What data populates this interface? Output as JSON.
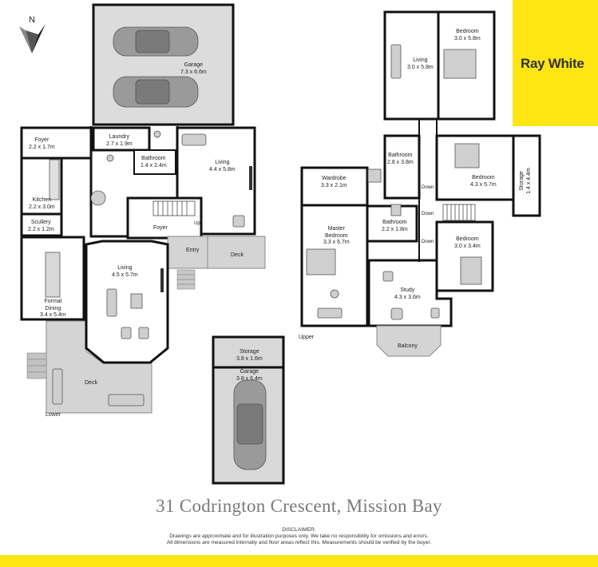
{
  "brand": {
    "name": "Ray White",
    "color": "#FFE512",
    "text_color": "#333333"
  },
  "compass": {
    "letter": "N"
  },
  "address": "31 Codrington Crescent, Mission Bay",
  "disclaimer": {
    "heading": "DISCLAIMER:",
    "line1": "Drawings are approximate and for illustration purposes only. We take no responsibility for omissions and errors.",
    "line2": "All dimensions are measured internally and floor areas reflect this. Measurements should be verified by the buyer."
  },
  "levels": {
    "lower": "Lower",
    "upper": "Upper"
  },
  "rooms": {
    "garage_main": {
      "name": "Garage",
      "dims": "7.3 x 6.6m"
    },
    "foyer_top": {
      "name": "Foyer",
      "dims": "2.2 x 1.7m"
    },
    "laundry": {
      "name": "Laundry",
      "dims": "2.7 x 1.9m"
    },
    "bathroom_lower": {
      "name": "Bathroom",
      "dims": "1.4 x 2.4m"
    },
    "living_lower_right": {
      "name": "Living",
      "dims": "4.4 x 5.8m"
    },
    "kitchen": {
      "name": "Kitchen",
      "dims": "2.2 x 3.0m"
    },
    "scullery": {
      "name": "Scullery",
      "dims": "2.2 x 1.2m"
    },
    "foyer_mid": {
      "name": "Foyer",
      "dims": ""
    },
    "entry": {
      "name": "Entry",
      "dims": ""
    },
    "deck_right": {
      "name": "Deck",
      "dims": ""
    },
    "formal_dining": {
      "name": "Formal\nDining",
      "dims": "3.4 x 5.4m"
    },
    "living_bay": {
      "name": "Living",
      "dims": "4.5 x 5.7m"
    },
    "deck_lower": {
      "name": "Deck",
      "dims": ""
    },
    "storage_garage": {
      "name": "Storage",
      "dims": "3.8 x 1.6m"
    },
    "garage_small": {
      "name": "Garage",
      "dims": "3.8 x 6.4m"
    },
    "living_upper": {
      "name": "Living",
      "dims": "3.0 x 5.8m"
    },
    "bedroom_top": {
      "name": "Bedroom",
      "dims": "3.0 x 5.8m"
    },
    "bathroom_upper": {
      "name": "Bathroom",
      "dims": "2.8 x 3.8m"
    },
    "bedroom_mid": {
      "name": "Bedroom",
      "dims": "4.3 x 5.7m"
    },
    "storage_upper": {
      "name": "Storage",
      "dims": "1.4 x 4.4m"
    },
    "wardrobe": {
      "name": "Wardrobe",
      "dims": "3.3 x 2.1m"
    },
    "master_bedroom": {
      "name": "Master\nBedroom",
      "dims": "3.3 x 6.7m"
    },
    "bathroom_small": {
      "name": "Bathroom",
      "dims": "2.2 x 1.8m"
    },
    "bedroom_small": {
      "name": "Bedroom",
      "dims": "3.0 x 3.4m"
    },
    "study": {
      "name": "Study",
      "dims": "4.3 x 3.6m"
    },
    "balcony": {
      "name": "Balcony",
      "dims": ""
    }
  },
  "stair_labels": {
    "up": "Up",
    "down1": "Down",
    "down2": "Down",
    "down3": "Down"
  }
}
